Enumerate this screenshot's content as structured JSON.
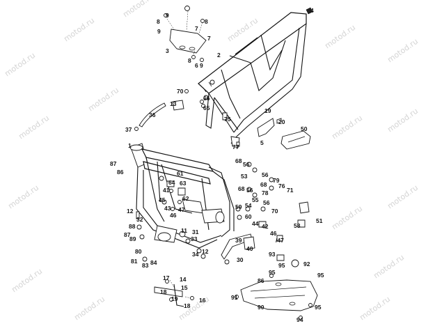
{
  "watermark": "motod.ru",
  "callouts": [
    {
      "id": "c9a",
      "label": "9"
    },
    {
      "id": "c8a",
      "label": "8"
    },
    {
      "id": "c9b",
      "label": "9"
    },
    {
      "id": "c8b",
      "label": "8"
    },
    {
      "id": "c7a",
      "label": "7"
    },
    {
      "id": "c7b",
      "label": "7"
    },
    {
      "id": "c4",
      "label": "4"
    },
    {
      "id": "c2",
      "label": "2"
    },
    {
      "id": "c3",
      "label": "3"
    },
    {
      "id": "c8c",
      "label": "8"
    },
    {
      "id": "c6",
      "label": "6"
    },
    {
      "id": "c9c",
      "label": "9"
    },
    {
      "id": "c70a",
      "label": "70"
    },
    {
      "id": "c66",
      "label": "66"
    },
    {
      "id": "c65",
      "label": "65"
    },
    {
      "id": "c13",
      "label": "13"
    },
    {
      "id": "c36",
      "label": "36"
    },
    {
      "id": "c75",
      "label": "75"
    },
    {
      "id": "c19a",
      "label": "19"
    },
    {
      "id": "c20",
      "label": "20"
    },
    {
      "id": "c37",
      "label": "37"
    },
    {
      "id": "c50",
      "label": "50"
    },
    {
      "id": "c5",
      "label": "5"
    },
    {
      "id": "c77",
      "label": "77"
    },
    {
      "id": "c1",
      "label": "1"
    },
    {
      "id": "c87a",
      "label": "87"
    },
    {
      "id": "c86",
      "label": "86"
    },
    {
      "id": "c68a",
      "label": "68"
    },
    {
      "id": "c56a",
      "label": "56"
    },
    {
      "id": "c56b",
      "label": "56"
    },
    {
      "id": "c53",
      "label": "53"
    },
    {
      "id": "c68b",
      "label": "68"
    },
    {
      "id": "c79",
      "label": "79"
    },
    {
      "id": "c61",
      "label": "61"
    },
    {
      "id": "c64",
      "label": "64"
    },
    {
      "id": "c63",
      "label": "63"
    },
    {
      "id": "c76",
      "label": "76"
    },
    {
      "id": "c78",
      "label": "78"
    },
    {
      "id": "c71",
      "label": "71"
    },
    {
      "id": "c41",
      "label": "41"
    },
    {
      "id": "c68c",
      "label": "68"
    },
    {
      "id": "c56c",
      "label": "56"
    },
    {
      "id": "c45",
      "label": "45"
    },
    {
      "id": "c62",
      "label": "62"
    },
    {
      "id": "c55",
      "label": "55"
    },
    {
      "id": "c43",
      "label": "43"
    },
    {
      "id": "c47",
      "label": "47"
    },
    {
      "id": "c46a",
      "label": "46"
    },
    {
      "id": "c56d",
      "label": "56"
    },
    {
      "id": "c54",
      "label": "54"
    },
    {
      "id": "c70b",
      "label": "70"
    },
    {
      "id": "c12",
      "label": "12"
    },
    {
      "id": "c59",
      "label": "59"
    },
    {
      "id": "c60",
      "label": "60"
    },
    {
      "id": "c32",
      "label": "32"
    },
    {
      "id": "c58",
      "label": "58"
    },
    {
      "id": "c51",
      "label": "51"
    },
    {
      "id": "c88",
      "label": "88"
    },
    {
      "id": "c44",
      "label": "44"
    },
    {
      "id": "c42",
      "label": "42"
    },
    {
      "id": "c87b",
      "label": "87"
    },
    {
      "id": "c11",
      "label": "11"
    },
    {
      "id": "c31",
      "label": "31"
    },
    {
      "id": "c46b",
      "label": "46"
    },
    {
      "id": "c47b",
      "label": "/47"
    },
    {
      "id": "c89",
      "label": "89"
    },
    {
      "id": "c33",
      "label": "33"
    },
    {
      "id": "c39",
      "label": "39"
    },
    {
      "id": "c40",
      "label": "40"
    },
    {
      "id": "c80",
      "label": "80"
    },
    {
      "id": "c81",
      "label": "81"
    },
    {
      "id": "c34",
      "label": "34"
    },
    {
      "id": "c12b",
      "label": "12"
    },
    {
      "id": "c93",
      "label": "93"
    },
    {
      "id": "c83",
      "label": "83"
    },
    {
      "id": "c84",
      "label": "84"
    },
    {
      "id": "c30",
      "label": "30"
    },
    {
      "id": "c95a",
      "label": "95"
    },
    {
      "id": "c92",
      "label": "92"
    },
    {
      "id": "c95b",
      "label": "95"
    },
    {
      "id": "c17",
      "label": "17"
    },
    {
      "id": "c14",
      "label": "14"
    },
    {
      "id": "c86b",
      "label": "86"
    },
    {
      "id": "c95c",
      "label": "95"
    },
    {
      "id": "c18a",
      "label": "18"
    },
    {
      "id": "c15",
      "label": "15"
    },
    {
      "id": "c19b",
      "label": "19"
    },
    {
      "id": "c16",
      "label": "16"
    },
    {
      "id": "c18b",
      "label": "18"
    },
    {
      "id": "c91",
      "label": "91"
    },
    {
      "id": "c90",
      "label": "90"
    },
    {
      "id": "c95d",
      "label": "95"
    },
    {
      "id": "c94",
      "label": "94"
    }
  ]
}
